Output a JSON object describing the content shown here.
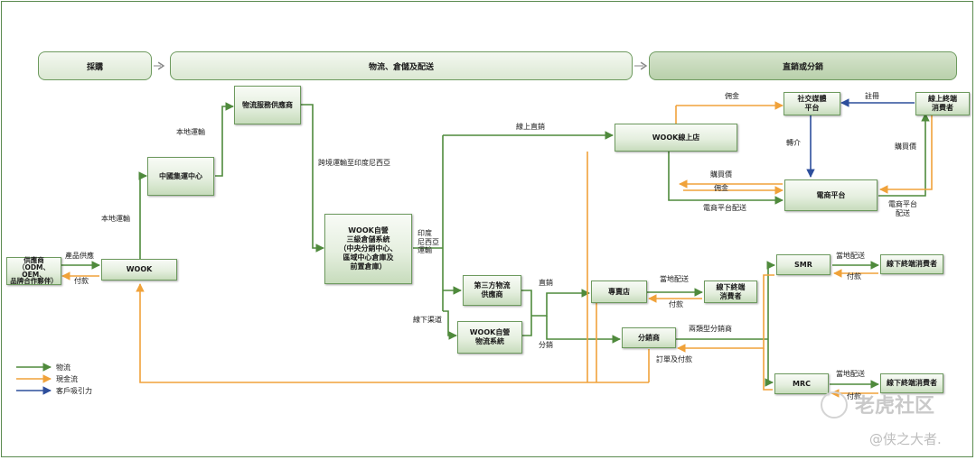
{
  "phases": {
    "procurement": "採購",
    "logistics": "物流、倉儲及配送",
    "sales": "直銷或分銷"
  },
  "nodes": {
    "suppliers": "供應商\n（ODM、OEM、\n品牌合作夥伴）",
    "wook": "WOOK",
    "china_hub": "中國集運中心",
    "logistics_provider": "物流服務供應商",
    "warehouse": "WOOK自營\n三級倉儲系統\n（中央分銷中心、\n區域中心倉庫及\n前置倉庫）",
    "third_party": "第三方物流\n供應商",
    "own_logistics": "WOOK自營\n物流系統",
    "online_store": "WOOK線上店",
    "social_platform": "社交媒體\n平台",
    "online_consumer": "線上終端\n消費者",
    "ecommerce": "電商平台",
    "retail_store": "專賣店",
    "offline_consumer_1": "線下終端\n消費者",
    "distributor": "分銷商",
    "smr": "SMR",
    "mrc": "MRC",
    "offline_consumer_2": "線下終端消費者",
    "offline_consumer_3": "線下終端消費者"
  },
  "labels": {
    "product_supply": "產品供應",
    "payment_1": "付款",
    "local_transport_1": "本地運輸",
    "local_transport_2": "本地運輸",
    "cross_border": "跨境運輸至印度尼西亞",
    "indonesia_transport": "印度\n尼西亞\n運輸",
    "online_direct": "線上直銷",
    "offline_channel": "線下渠道",
    "commission_1": "佣金",
    "register": "註冊",
    "referral": "轉介",
    "purchase_1": "購買價",
    "purchase_2": "購買價",
    "commission_2": "佣金",
    "ecommerce_delivery_1": "電商平台配送",
    "ecommerce_delivery_2": "電商平台\n配送",
    "direct_sales": "直銷",
    "distribution": "分銷",
    "local_delivery_1": "當地配送",
    "payment_2": "付款",
    "two_types": "兩類型分銷商",
    "orders_payment": "訂單及付款",
    "local_delivery_2": "當地配送",
    "payment_3": "付款",
    "local_delivery_3": "當地配送",
    "payment_4": "付款"
  },
  "legend": {
    "logistics": "物流",
    "cash": "現金流",
    "traffic": "客戶吸引力"
  },
  "colors": {
    "logistics": "#4f8a3c",
    "cash": "#f0a23a",
    "traffic": "#2d4e9c"
  },
  "watermark": {
    "site": "老虎社区",
    "author": "@侠之大者."
  }
}
